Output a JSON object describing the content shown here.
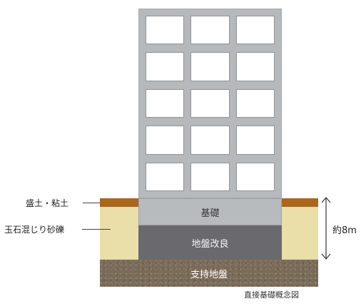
{
  "labels": {
    "topsoil": "盛土・粘土",
    "gravel": "玉石混じり砂礫",
    "foundation": "基礎",
    "improved_ground": "地盤改良",
    "bearing_layer": "支持地盤",
    "depth": "約8m",
    "caption": "直接基礎概念図"
  },
  "grid": {
    "rows": 5,
    "cols": 3
  },
  "colors": {
    "building": "#b6b9bc",
    "topsoil": "#a9661d",
    "gravel_fill": "#eadfa8",
    "foundation": "#b8bbbe",
    "improved_ground": "#6a6a6e",
    "bearing_layer": "#7a6a58"
  }
}
